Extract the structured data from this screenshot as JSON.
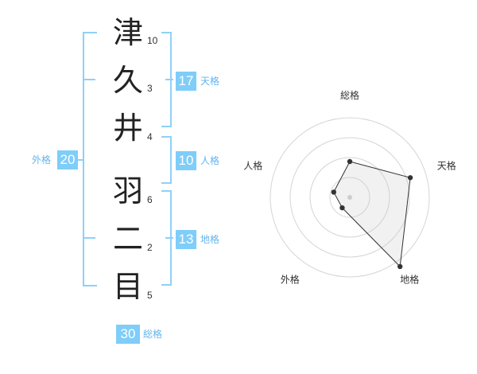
{
  "characters": [
    {
      "char": "津",
      "strokes": "10"
    },
    {
      "char": "久",
      "strokes": "3"
    },
    {
      "char": "井",
      "strokes": "4"
    },
    {
      "char": "羽",
      "strokes": "6"
    },
    {
      "char": "二",
      "strokes": "2"
    },
    {
      "char": "目",
      "strokes": "5"
    }
  ],
  "fortunes": {
    "tenkaku": {
      "value": "17",
      "label": "天格"
    },
    "jinkaku": {
      "value": "10",
      "label": "人格"
    },
    "chikaku": {
      "value": "13",
      "label": "地格"
    },
    "gaikaku": {
      "value": "20",
      "label": "外格"
    },
    "soukaku": {
      "value": "30",
      "label": "総格"
    }
  },
  "colors": {
    "accent": "#7fcdf9",
    "accent_text": "#64b4ee",
    "bracket": "#8fd0f8"
  },
  "chart_data": {
    "type": "radar",
    "axes": [
      "総格",
      "天格",
      "地格",
      "外格",
      "人格"
    ],
    "rings": 4,
    "max": 4,
    "values": [
      1.8,
      3.2,
      4.3,
      0.65,
      0.85
    ]
  }
}
